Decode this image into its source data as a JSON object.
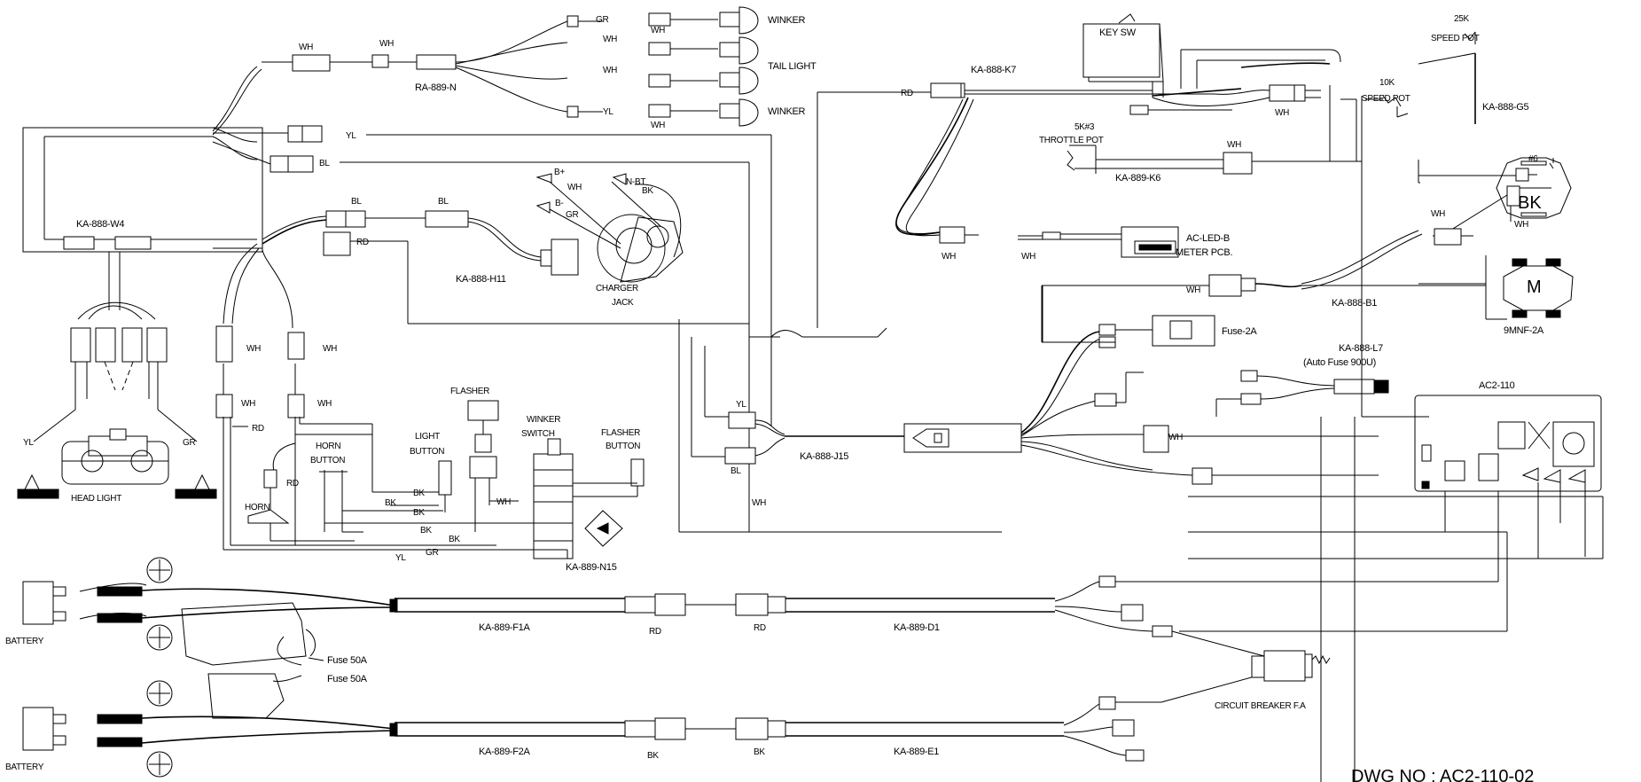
{
  "labels": {
    "winker_top": "WINKER",
    "tail_light": "TAIL LIGHT",
    "winker_mid": "WINKER",
    "wh_a": "WH",
    "wh_b": "WH",
    "wh_c": "WH",
    "wh_d": "WH",
    "wh_e": "WH",
    "wh_f": "WH",
    "gr_top": "GR",
    "yl_top": "YL",
    "ra889n": "RA-889-N",
    "yl_side": "YL",
    "bl_side": "BL",
    "ka888w4": "KA-888-W4",
    "bl_conn1": "BL",
    "bl_conn2": "BL",
    "rd_conn": "RD",
    "ka888h11": "KA-888-H11",
    "b_plus": "B+",
    "b_minus": "B-",
    "wh_chg": "WH",
    "gr_chg": "GR",
    "nbt": "N-BT",
    "bk_chg": "BK",
    "charger_jack_1": "CHARGER",
    "charger_jack_2": "JACK",
    "yl_hl": "YL",
    "gr_hl": "GR",
    "headlight": "HEAD LIGHT",
    "wh_v1": "WH",
    "wh_v2": "WH",
    "wh_v3": "WH",
    "wh_v4": "WH",
    "rd_v1": "RD",
    "rd_v2": "RD",
    "horn_button_1": "HORN",
    "horn_button_2": "BUTTON",
    "horn": "HORN",
    "light_button_1": "LIGHT",
    "light_button_2": "BUTTON",
    "flasher": "FLASHER",
    "winker_switch_1": "WINKER",
    "winker_switch_2": "SWITCH",
    "flasher_button_1": "FLASHER",
    "flasher_button_2": "BUTTON",
    "bk1": "BK",
    "bk2": "BK",
    "bk3": "BK",
    "bk4": "BK",
    "bk5": "BK",
    "wh_sw": "WH",
    "yl_sw": "YL",
    "gr_sw": "GR",
    "ka889n15": "KA-889-N15",
    "key_sw": "KEY SW",
    "ka888k7": "KA-888-K7",
    "rd_k7": "RD",
    "speed25k_1": "25K",
    "speed25k_2": "SPEED POT",
    "speed10k_1": "10K",
    "speed10k_2": "SPEED POT",
    "ka888g5": "KA-888-G5",
    "wh_k7": "WH",
    "throttle_1": "5K#3",
    "throttle_2": "THROTTLE POT",
    "wh_k6": "WH",
    "ka889k6": "KA-889-K6",
    "wh_led1": "WH",
    "wh_led2": "WH",
    "acled_1": "AC-LED-B",
    "acled_2": "METER PCB.",
    "num6": "#6",
    "bk_motor": "BK",
    "wh_bk": "WH",
    "wh_bk2": "WH",
    "m_motor": "M",
    "ka888b1": "KA-888-B1",
    "wh_b1": "WH",
    "mnf": "9MNF-2A",
    "fuse2a": "Fuse-2A",
    "ka888l7_1": "KA-888-L7",
    "ka888l7_2": "(Auto Fuse 900U)",
    "ac2110": "AC2-110",
    "yl_j15": "YL",
    "bl_j15": "BL",
    "ka888j15": "KA-888-J15",
    "wh_j15": "WH",
    "wh_mid": "WH",
    "battery1": "BATTERY",
    "battery2": "BATTERY",
    "fuse50a_1": "Fuse 50A",
    "fuse50a_2": "Fuse 50A",
    "ka889f1a": "KA-889-F1A",
    "rd_f1a": "RD",
    "rd_d1": "RD",
    "ka889d1": "KA-889-D1",
    "ka889f2a": "KA-889-F2A",
    "bk_f2a": "BK",
    "bk_e1": "BK",
    "ka889e1": "KA-889-E1",
    "breaker": "CIRCUIT BREAKER F.A",
    "dwg": "DWG NO : AC2-110-02"
  }
}
